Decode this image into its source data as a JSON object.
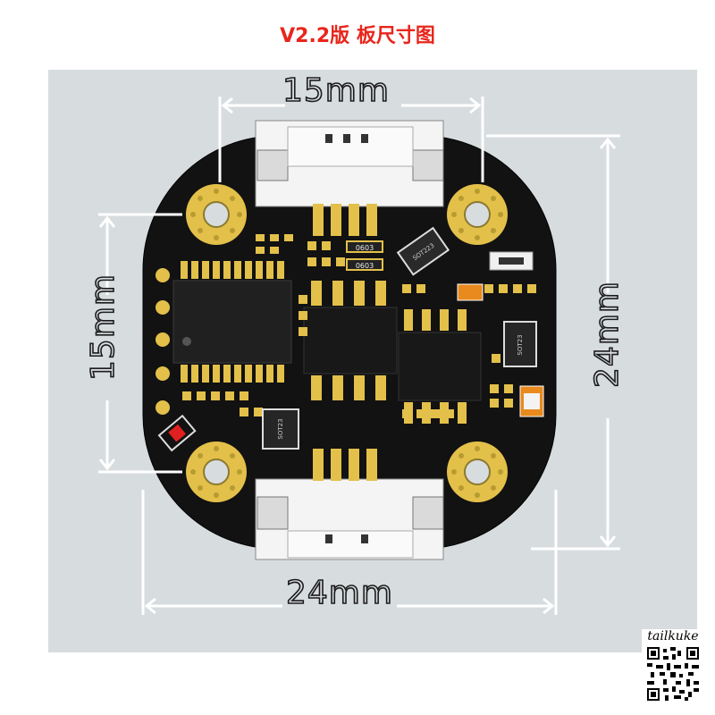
{
  "title": "V2.2版 板尺寸图",
  "colors": {
    "title": "#e8261c",
    "background_panel": "#d7dcdf",
    "pcb": "#141414",
    "pad": "#e3c04a",
    "dimension_line": "#ffffff"
  },
  "dimensions": {
    "top_width": "15mm",
    "left_height": "15mm",
    "right_height": "24mm",
    "bottom_width": "24mm"
  },
  "chip_labels": {
    "ic_top_right": "SOT223",
    "ic_right": "SOT23",
    "ic_bottom": "SOT23",
    "r1": "0603",
    "r2": "0603"
  },
  "watermark": "tailkuke"
}
